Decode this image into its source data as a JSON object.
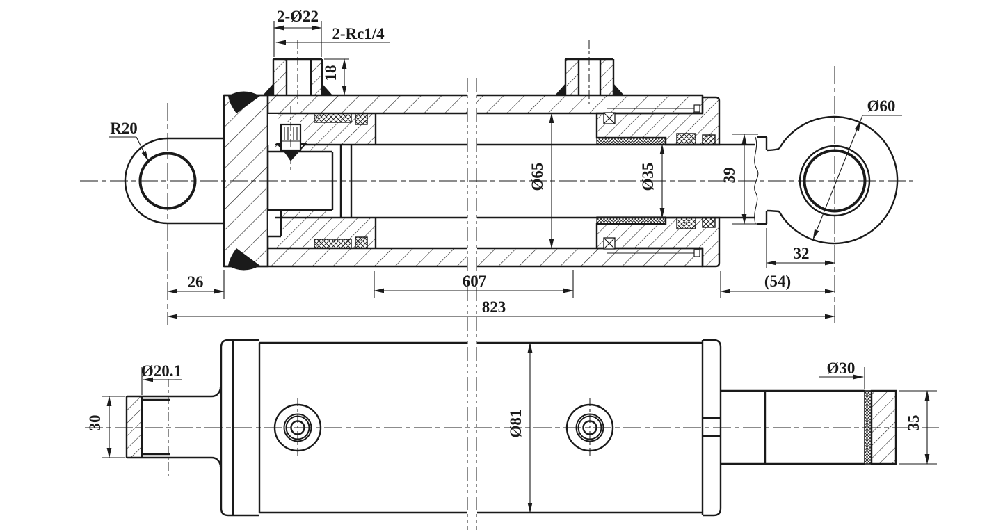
{
  "drawing": {
    "background": "#ffffff",
    "line_color": "#1a1a1a",
    "section_view": {
      "port_holes": "2-Ø22",
      "port_thread": "2-Rc1/4",
      "port_boss_height": "18",
      "cap_eye_radius": "R20",
      "rod_eye_outer_dia": "Ø60",
      "bore_dia": "Ø65",
      "rod_dia": "Ø35",
      "rod_collar_dia": "39",
      "eye_center_to_rod_face": "32",
      "cap_face_to_eye_center": "26",
      "tube_length": "607",
      "overall_length": "823",
      "head_length_ref": "(54)"
    },
    "plan_view": {
      "eye_hole_dia": "Ø20.1",
      "eye_width": "30",
      "body_dia": "Ø81",
      "rod_end_dia": "Ø30",
      "rod_end_width": "35"
    }
  }
}
